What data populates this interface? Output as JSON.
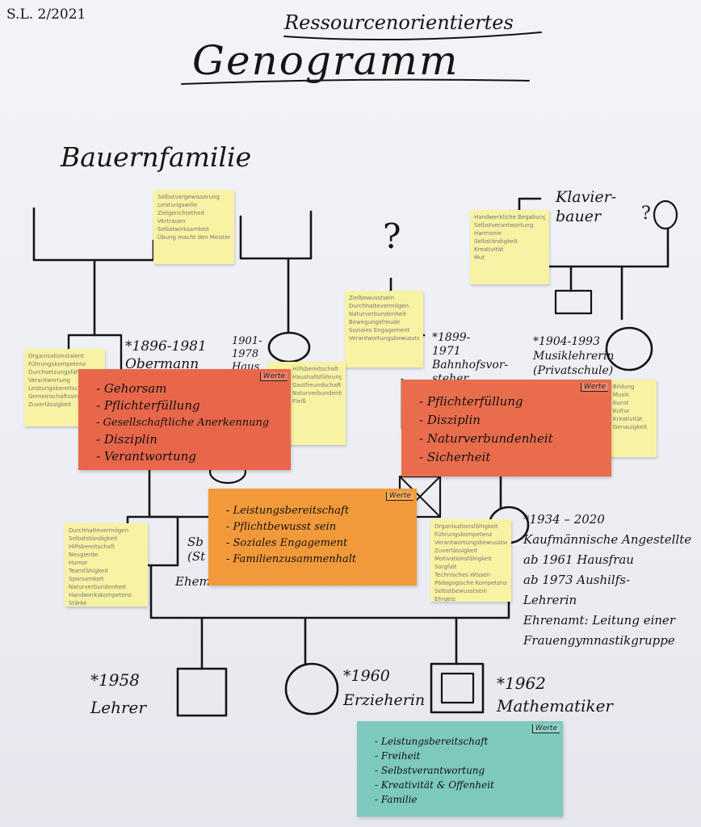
{
  "header": {
    "author_date": "S.L. 2/2021",
    "subtitle": "Ressourcenorientiertes",
    "title": "Genogramm",
    "family_label": "Bauernfamilie"
  },
  "labels": {
    "question_mark_top": "?",
    "question_mark_right": "?",
    "klavierbauer": "Klavier-\nbauer",
    "grandfather_left": "*1896-1981\nObermann",
    "grandmother_left": "1901-\n1978\nHaus",
    "grandfather_right": "*1899-\n1971\nBahnhofsvor-\nsteher",
    "grandmother_right": "*1904-1993\nMusiklehrerin\n(Privatschule)",
    "father_partial": "Sb\n(St",
    "father_role": "Ehemann",
    "mother_details": "*1934 – 2020\nKaufmännische Angestellte\nab 1961 Hausfrau\nab 1973 Aushilfs-\nLehrerin\nEhrenamt: Leitung einer\nFrauengymnastikgruppe",
    "child1": "*1958\nLehrer",
    "child2": "*1960\nErzieherin",
    "child3": "*1962\nMathematiker"
  },
  "value_cards": [
    {
      "tag": "Werte",
      "color": "#e8674b",
      "items": [
        "Gehorsam",
        "Pflichterfüllung",
        "Gesellschaftliche Anerkennung",
        "Disziplin",
        "Verantwortung"
      ]
    },
    {
      "tag": "Werte",
      "color": "#e96d4d",
      "items": [
        "Pflichterfüllung",
        "Disziplin",
        "Naturverbundenheit",
        "Sicherheit"
      ]
    },
    {
      "tag": "Werte",
      "color": "#f29a3b",
      "items": [
        "Leistungsbereitschaft",
        "Pflichtbewusst sein",
        "Soziales Engagement",
        "Familienzusammenhalt"
      ]
    },
    {
      "tag": "Werte",
      "color": "#7ec9bd",
      "items": [
        "Leistungsbereitschaft",
        "Freiheit",
        "Selbstverantwortung",
        "Kreativität & Offenheit",
        "Familie"
      ]
    }
  ],
  "sticky_notes": [
    {
      "lines": [
        "Selbstvergewisserung",
        "Leistungswille",
        "Zielgerichtetheit",
        "Vertrauen",
        "Selbstwirksamkeit",
        "Übung macht den Meister"
      ]
    },
    {
      "lines": [
        "Handwerkliche Begabung",
        "Selbstverantwortung",
        "Harmonie",
        "Selbständigkeit",
        "Kreativität",
        "Mut"
      ]
    },
    {
      "lines": [
        "Zielbewusstsein",
        "Durchhaltevermögen",
        "Naturverbundenheit",
        "Bewegungsfreude",
        "Soziales Engagement",
        "Verantwortungsbewusstsein"
      ]
    },
    {
      "lines": [
        "Organisationstalent",
        "Führungskompetenz",
        "Durchsetzungsfähigkeit",
        "Verantwortung",
        "Leistungsbereitschaft",
        "Gemeinschaftssinn",
        "Zuverlässigkeit"
      ]
    },
    {
      "lines": [
        "Hilfsbereitschaft",
        "Haushaltsführung",
        "Gastfreundschaft",
        "Naturverbundenheit",
        "Fleiß"
      ]
    },
    {
      "lines": [
        "Bildung",
        "Musik",
        "Kunst",
        "Kultur",
        "Kreativität",
        "Genauigkeit"
      ]
    },
    {
      "lines": [
        "Durchhaltevermögen",
        "Selbstständigkeit",
        "Hilfsbereitschaft",
        "Neugierde",
        "Humor",
        "Teamfähigkeit",
        "Sparsamkeit",
        "Naturverbundenheit",
        "Handwerkskompetenz",
        "Stärke"
      ]
    },
    {
      "lines": [
        "Organisationsfähigkeit",
        "Führungskompetenz",
        "Verantwortungsbewusstsein",
        "Zuverlässigkeit",
        "Motivationsfähigkeit",
        "Sorgfalt",
        "Technisches Wissen",
        "Pädagogische Kompetenz",
        "Selbstbewusstsein",
        "Ehrgeiz"
      ]
    }
  ]
}
